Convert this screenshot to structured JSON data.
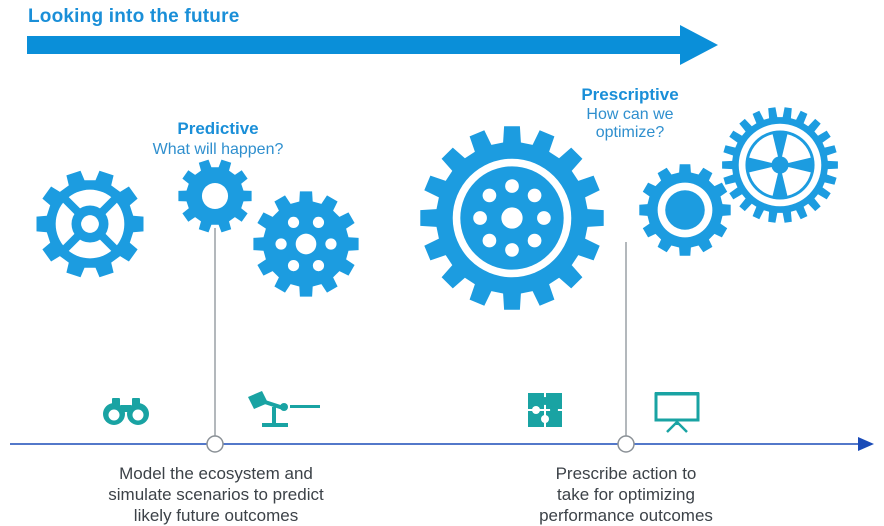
{
  "title": "Looking into the future",
  "colors": {
    "arrow": "#0a8fd9",
    "gear": "#1c9ce0",
    "icon_teal": "#19a3a3",
    "timeline": "#1a4bb8",
    "text": "#3c4248"
  },
  "stages": [
    {
      "heading": "Predictive",
      "question": "What will happen?",
      "description": [
        "Model the ecosystem and",
        "simulate scenarios to predict",
        "likely future outcomes"
      ],
      "icons": [
        "binoculars-icon",
        "desk-lamp-icon"
      ]
    },
    {
      "heading": "Prescriptive",
      "question_lines": [
        "How can we",
        "optimize?"
      ],
      "description": [
        "Prescribe action to",
        "take for optimizing",
        "performance outcomes"
      ],
      "icons": [
        "puzzle-icon",
        "presentation-board-icon"
      ]
    }
  ]
}
